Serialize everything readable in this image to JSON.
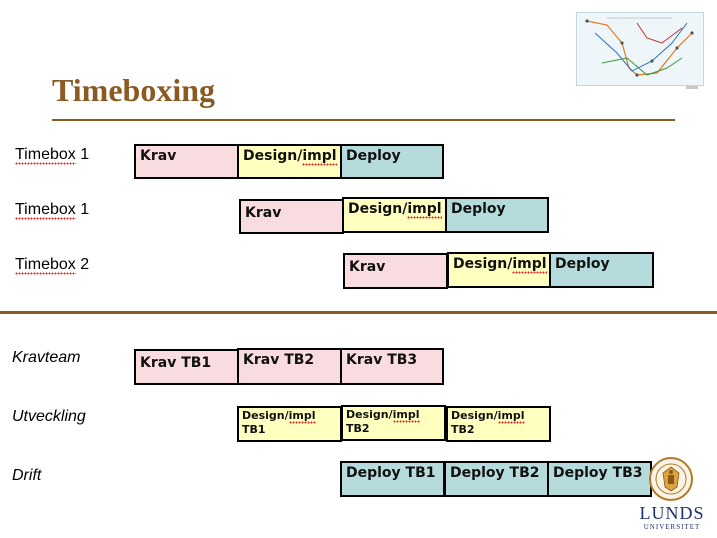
{
  "slide": {
    "title": "Timeboxing"
  },
  "top_section": {
    "rows": [
      {
        "label_word": "Timebox",
        "label_num": " 1"
      },
      {
        "label_word": "Timebox",
        "label_num": " 1"
      },
      {
        "label_word": "Timebox",
        "label_num": " 2"
      }
    ],
    "row1": {
      "req": "Krav",
      "design_a": "Design/",
      "design_b": "impl",
      "deploy": "Deploy"
    },
    "row2": {
      "req": "Krav",
      "design_a": "Design/",
      "design_b": "impl",
      "deploy": "Deploy"
    },
    "row3": {
      "req": "Krav",
      "design_a": "Design/",
      "design_b": "impl",
      "deploy": "Deploy"
    }
  },
  "bottom_section": {
    "labels": [
      "Kravteam",
      "Utveckling",
      "Drift"
    ],
    "kravteam": [
      "Krav TB1",
      "Krav TB2",
      "Krav TB3"
    ],
    "utveckling": [
      {
        "a": "Design/",
        "b": "impl",
        "c": "TB1"
      },
      {
        "a": "Design/",
        "b": "impl",
        "c": "TB2"
      },
      {
        "a": "Design/",
        "b": "impl",
        "c": "TB2"
      }
    ],
    "drift": [
      "Deploy TB1",
      "Deploy TB2",
      "Deploy TB3"
    ]
  },
  "logo": {
    "line1": "LUNDS",
    "line2": "UNIVERSITET"
  },
  "colors": {
    "title": "#8b5a22",
    "krav": "#f9dcdf",
    "design": "#ffffc0",
    "deploy": "#b6dbdc",
    "logo": "#1f2e6e"
  }
}
